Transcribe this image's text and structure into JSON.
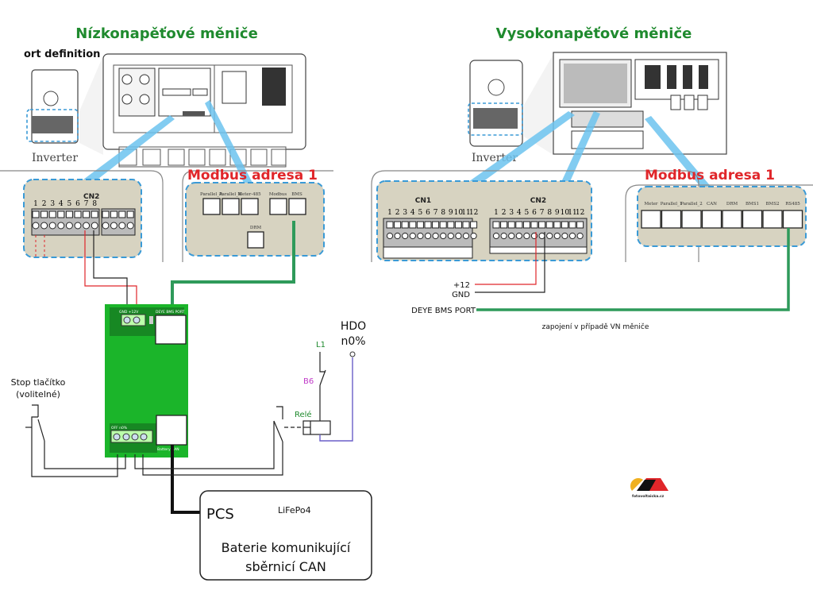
{
  "left": {
    "title": "Nízkonapěťové měniče",
    "port_definition": "ort definition",
    "inverter_label": "Inverter",
    "modbus_label": "Modbus adresa 1",
    "cn2_label": "CN2",
    "cn2_pins": [
      "1",
      "2",
      "3",
      "4",
      "5",
      "6",
      "7",
      "8"
    ],
    "ports": [
      "Parallel_A",
      "Parallel_B",
      "Meter-485",
      "Modbus",
      "BMS"
    ],
    "drm_label": "DRM"
  },
  "right": {
    "title": "Vysokonapěťové měniče",
    "inverter_label": "Inverter",
    "modbus_label": "Modbus adresa 1",
    "cn1_label": "CN1",
    "cn2_label": "CN2",
    "pins": [
      "1",
      "2",
      "3",
      "4",
      "5",
      "6",
      "7",
      "8",
      "9",
      "10",
      "11",
      "12"
    ],
    "ports": [
      "Meter",
      "Parallel_1",
      "Parallel_2",
      "CAN",
      "DRM",
      "BMS1",
      "BMS2",
      "RS485"
    ],
    "plus12": "+12",
    "gnd": "GND",
    "deye_bms_port": "DEYE BMS PORT",
    "note": "zapojení v případě VN měniče"
  },
  "board": {
    "top_labels": "GND  +12V",
    "top_port_label": "DEYE BMS PORT",
    "bottom_labels": "OFF   n0%",
    "bottom_port_label": "Battery CAN"
  },
  "controls": {
    "stop_button": "Stop tlačítko",
    "stop_optional": "(volitelné)",
    "hdo": "HDO",
    "hdo_state": "n0%",
    "l1": "L1",
    "b6": "B6",
    "relay": "Relé"
  },
  "battery": {
    "pcs": "PCS",
    "chemistry": "LiFePo4",
    "line1": "Baterie komunikující",
    "line2": "sběrnicí CAN"
  },
  "logo": {
    "text": "fotovoltaicka.cz"
  },
  "colors": {
    "title": "#1f8a2e",
    "modbus": "#e0262a",
    "board": "#1bb52a",
    "can_wire": "#2e9a5a",
    "plus_wire": "#e0262a"
  }
}
